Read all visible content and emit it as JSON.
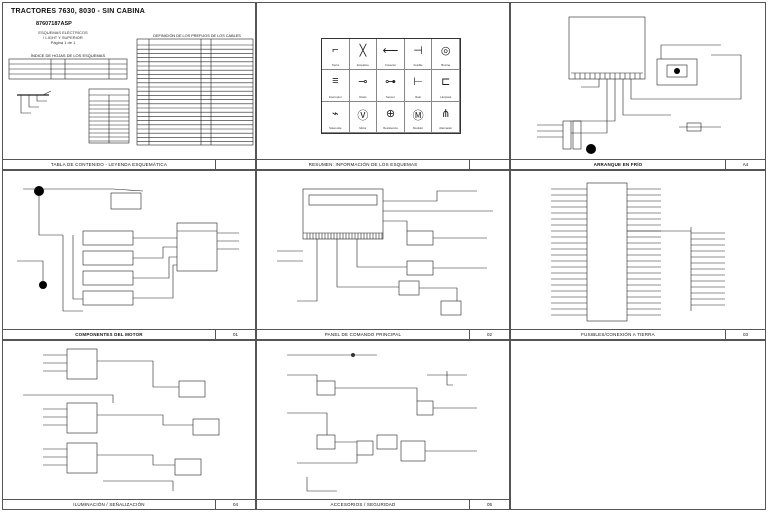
{
  "document": {
    "title": "TRACTORES 7630, 8030 - SIN CABINA",
    "part_number": "87607187ASP",
    "subtitle_lines": [
      "ESQUEMAS ELÉCTRICOS",
      "! LIGHT Y SUPERIOR",
      "Página 1 de 1"
    ],
    "index_title": "ÍNDICE DE HOJAS DE LOS ESQUEMAS",
    "defs_title": "DEFINICIÓN DE LOS PREFIJOS DE LOS CABLES"
  },
  "symbols": [
    {
      "glyph": "⌐",
      "label": "Tierra"
    },
    {
      "glyph": "╳",
      "label": "Empalme"
    },
    {
      "glyph": "⟵",
      "label": "Conector"
    },
    {
      "glyph": "⊣",
      "label": "Fusible"
    },
    {
      "glyph": "◎",
      "label": "Bocina"
    },
    {
      "glyph": "≡",
      "label": "Interruptor"
    },
    {
      "glyph": "⊸",
      "label": "Diodo"
    },
    {
      "glyph": "⊶",
      "label": "Sensor"
    },
    {
      "glyph": "⊢",
      "label": "Relé"
    },
    {
      "glyph": "⊏",
      "label": "Lámpara"
    },
    {
      "glyph": "⌁",
      "label": "Solenoide"
    },
    {
      "glyph": "Ⓥ",
      "label": "Motor"
    },
    {
      "glyph": "⊕",
      "label": "Resistencia"
    },
    {
      "glyph": "Ⓜ",
      "label": "Medidor"
    },
    {
      "glyph": "⋔",
      "label": "Alternador"
    }
  ],
  "panels": [
    {
      "caption": "TABLA DE CONTENIDO - LEYENDA ESQUEMÁTICA",
      "num": ""
    },
    {
      "caption": "RESUMEN: INFORMACIÓN DE LOS ESQUEMAS",
      "num": ""
    },
    {
      "caption": "ARRANQUE EN FRÍO",
      "num": "A4"
    },
    {
      "caption": "COMPONENTES DEL MOTOR",
      "num": "01"
    },
    {
      "caption": "PANEL DE COMANDO PRINCIPAL",
      "num": "02"
    },
    {
      "caption": "FUSIBLES/CONEXIÓN A TIERRA",
      "num": "03"
    },
    {
      "caption": "ILUMINACIÓN / SEÑALIZACIÓN",
      "num": "04"
    },
    {
      "caption": "ACCESORIOS / SEGURIDAD",
      "num": "05"
    }
  ]
}
